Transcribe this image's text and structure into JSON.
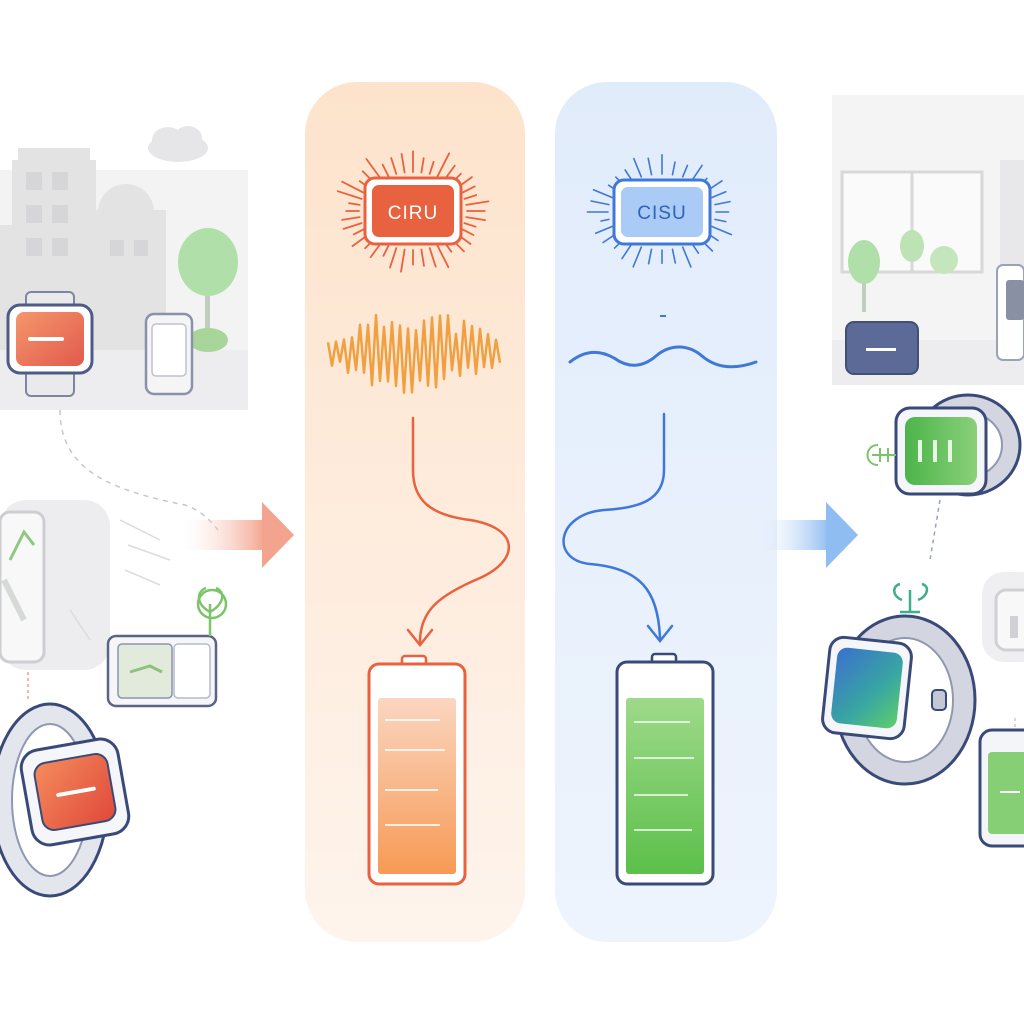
{
  "colors": {
    "hot_accent": "#e8623f",
    "hot_wave": "#f0a040",
    "hot_panel": "#fde9d6",
    "cool_accent": "#3f78d8",
    "cool_panel": "#e6effc",
    "battery_hot_fill": "#f6a070",
    "battery_cool_fill": "#6fcf5e",
    "outline_navy": "#3a4a78",
    "tree_green": "#8fd089"
  },
  "panels": {
    "hot": {
      "chip_label": "CIRU",
      "wave_style": "jagged-spiky",
      "battery_icon": "battery-icon",
      "battery_tint": "orange"
    },
    "cool": {
      "chip_label": "CISU",
      "wave_style": "smooth-sine",
      "battery_icon": "battery-icon",
      "battery_tint": "green"
    }
  },
  "icons": {
    "left_arrow": "arrow-right-icon",
    "right_arrow": "arrow-right-icon",
    "watch": "smartwatch-icon",
    "phone": "phone-icon",
    "tree": "tree-icon",
    "cloud": "cloud-icon",
    "plant": "sprout-icon"
  }
}
